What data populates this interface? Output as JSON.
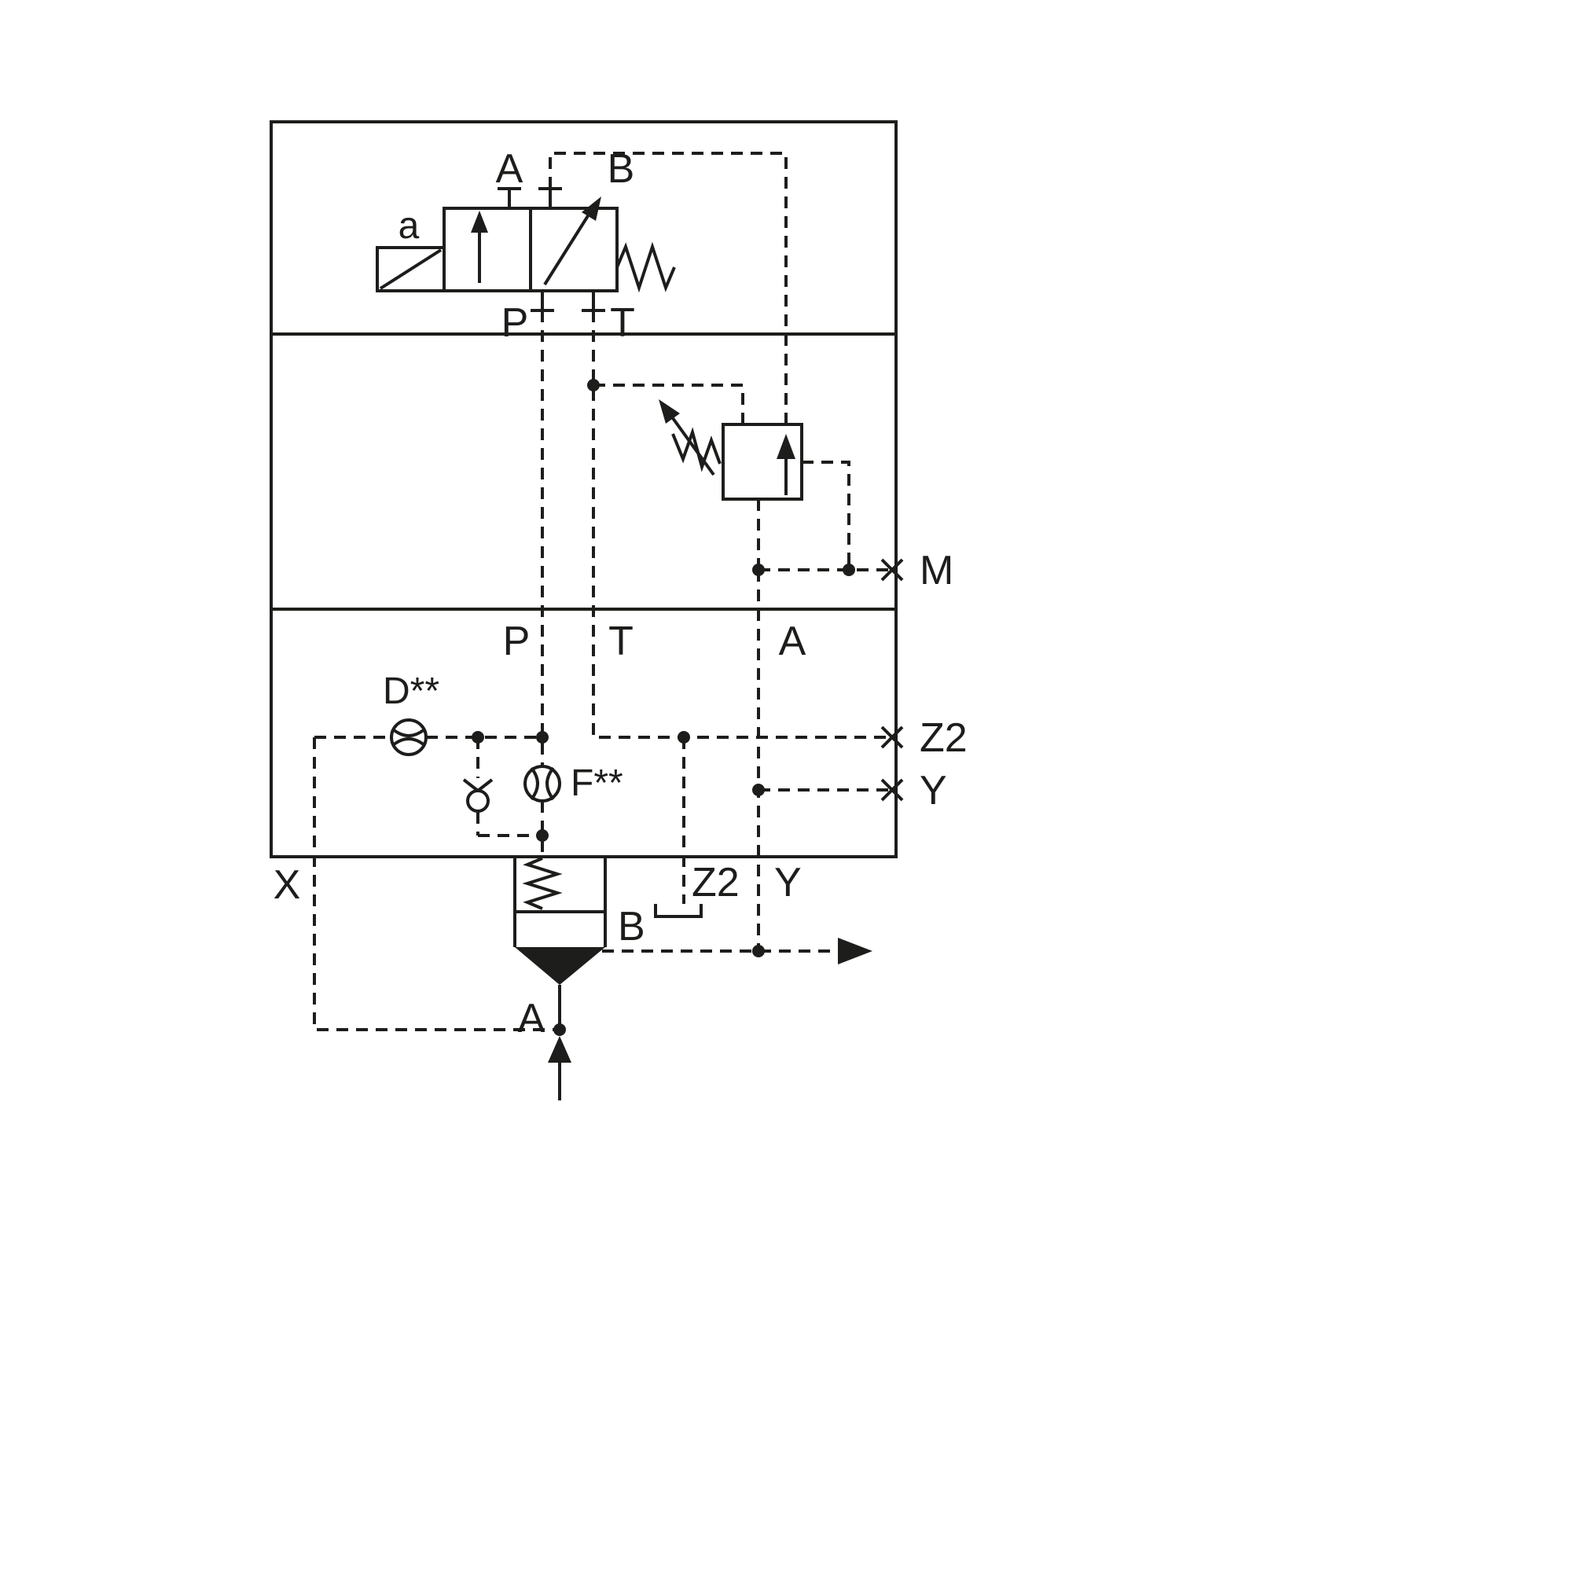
{
  "labels": {
    "solenoid": "a",
    "valve_port_a": "A",
    "valve_port_b": "B",
    "valve_port_p": "P",
    "valve_port_t": "T",
    "row_p": "P",
    "row_t": "T",
    "row_a": "A",
    "orifice_d": "D**",
    "orifice_f": "F**",
    "port_m": "M",
    "port_z2": "Z2",
    "port_y": "Y",
    "bottom_x": "X",
    "bottom_z2": "Z2",
    "bottom_y": "Y",
    "cartridge_b": "B",
    "cartridge_a": "A"
  },
  "colors": {
    "line": "#1d1d1b",
    "background": "#ffffff"
  }
}
